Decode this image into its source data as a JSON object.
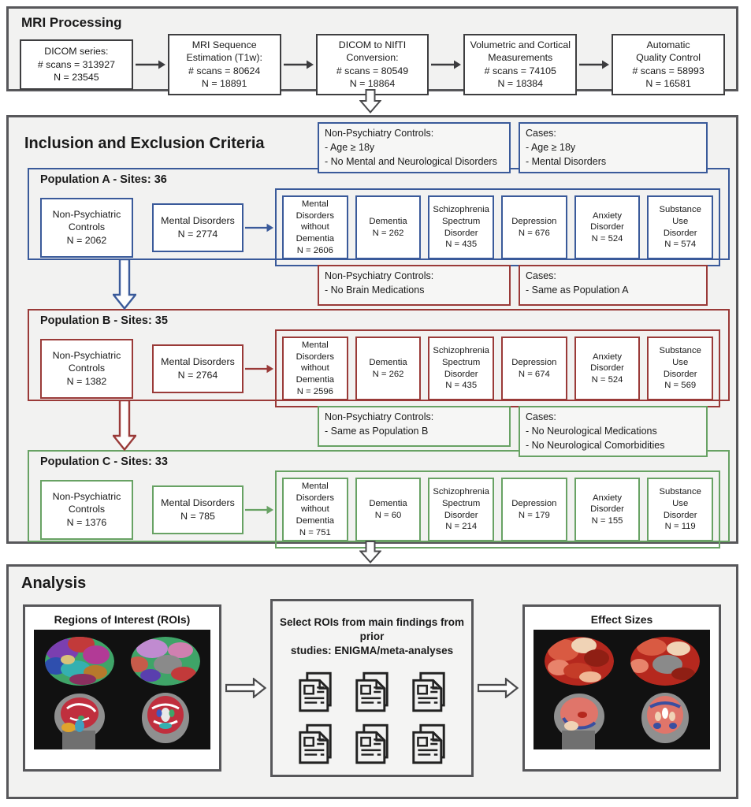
{
  "colors": {
    "blue": "#3a5a9a",
    "red": "#9a3a38",
    "green": "#68a264",
    "frame_gray": "#57575a",
    "box_dark": "#3e3e40",
    "section_bg": "#f2f2f1"
  },
  "mri": {
    "title": "MRI Processing",
    "steps": [
      "DICOM series:\n# scans = 313927\nN = 23545",
      "MRI Sequence\nEstimation (T1w):\n# scans = 80624\nN = 18891",
      "DICOM to NIfTI\nConversion:\n# scans = 80549\nN = 18864",
      "Volumetric and Cortical\nMeasurements\n# scans = 74105\nN = 18384",
      "Automatic\nQuality Control\n# scans = 58993\nN = 16581"
    ]
  },
  "criteria": {
    "title": "Inclusion and Exclusion Criteria",
    "bands": {
      "a": {
        "controls": "Non-Psychiatry Controls:\n- Age ≥ 18y\n- No Mental and Neurological Disorders",
        "cases": "Cases:\n- Age ≥ 18y\n- Mental Disorders"
      },
      "b": {
        "controls": "Non-Psychiatry Controls:\n- No Brain Medications",
        "cases": "Cases:\n- Same as Population A"
      },
      "c": {
        "controls": "Non-Psychiatry Controls:\n- Same as Population B",
        "cases": "Cases:\n- No Neurological Medications\n- No Neurological Comorbidities"
      }
    },
    "populations": {
      "a": {
        "label": "Population A - Sites: 36",
        "controls": "Non-Psychiatric\nControls\nN = 2062",
        "mental": "Mental Disorders\nN = 2774",
        "diagnoses": [
          "Mental Disorders\nwithout Dementia\nN = 2606",
          "Dementia\nN = 262",
          "Schizophrenia\nSpectrum\nDisorder\nN = 435",
          "Depression\nN = 676",
          "Anxiety\nDisorder\nN = 524",
          "Substance Use\nDisorder\nN = 574"
        ]
      },
      "b": {
        "label": "Population B - Sites: 35",
        "controls": "Non-Psychiatric\nControls\nN = 1382",
        "mental": "Mental Disorders\nN = 2764",
        "diagnoses": [
          "Mental Disorders\nwithout Dementia\nN = 2596",
          "Dementia\nN = 262",
          "Schizophrenia\nSpectrum\nDisorder\nN = 435",
          "Depression\nN = 674",
          "Anxiety\nDisorder\nN = 524",
          "Substance Use\nDisorder\nN = 569"
        ]
      },
      "c": {
        "label": "Population C - Sites: 33",
        "controls": "Non-Psychiatric\nControls\nN = 1376",
        "mental": "Mental Disorders\nN = 785",
        "diagnoses": [
          "Mental Disorders\nwithout Dementia\nN = 751",
          "Dementia\nN = 60",
          "Schizophrenia\nSpectrum\nDisorder\nN = 214",
          "Depression\nN = 179",
          "Anxiety\nDisorder\nN = 155",
          "Substance Use\nDisorder\nN = 119"
        ]
      }
    }
  },
  "analysis": {
    "title": "Analysis",
    "roi_title": "Regions of Interest (ROIs)",
    "select_note": "Select ROIs from main findings from prior\nstudies: ENIGMA/meta-analyses",
    "effect_title": "Effect Sizes"
  }
}
